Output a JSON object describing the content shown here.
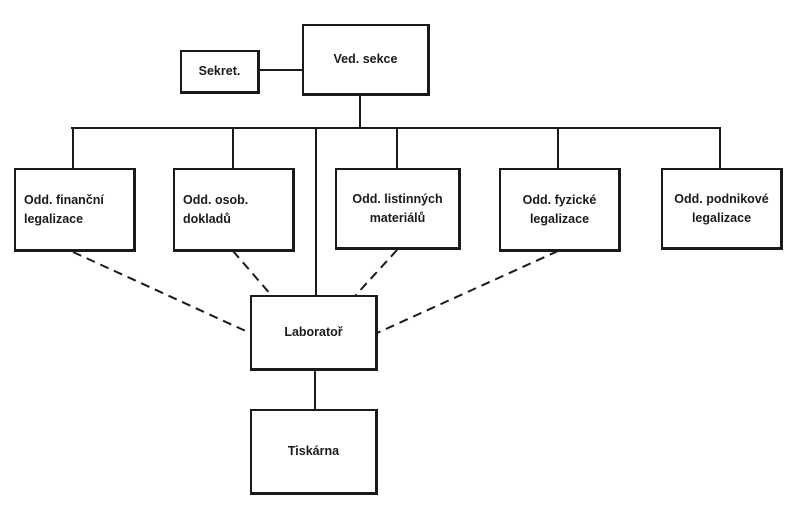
{
  "diagram": {
    "head": "Ved. sekce",
    "secretariat": "Sekret.",
    "departments": [
      "Odd. finanční\nlegalizace",
      "Odd. osob.\ndokladů",
      "Odd. listinných\nmateriálů",
      "Odd. fyzické\nlegalizace",
      "Odd. podnikové\nlegalizace"
    ],
    "laboratory": "Laboratoř",
    "printing": "Tiskárna"
  }
}
